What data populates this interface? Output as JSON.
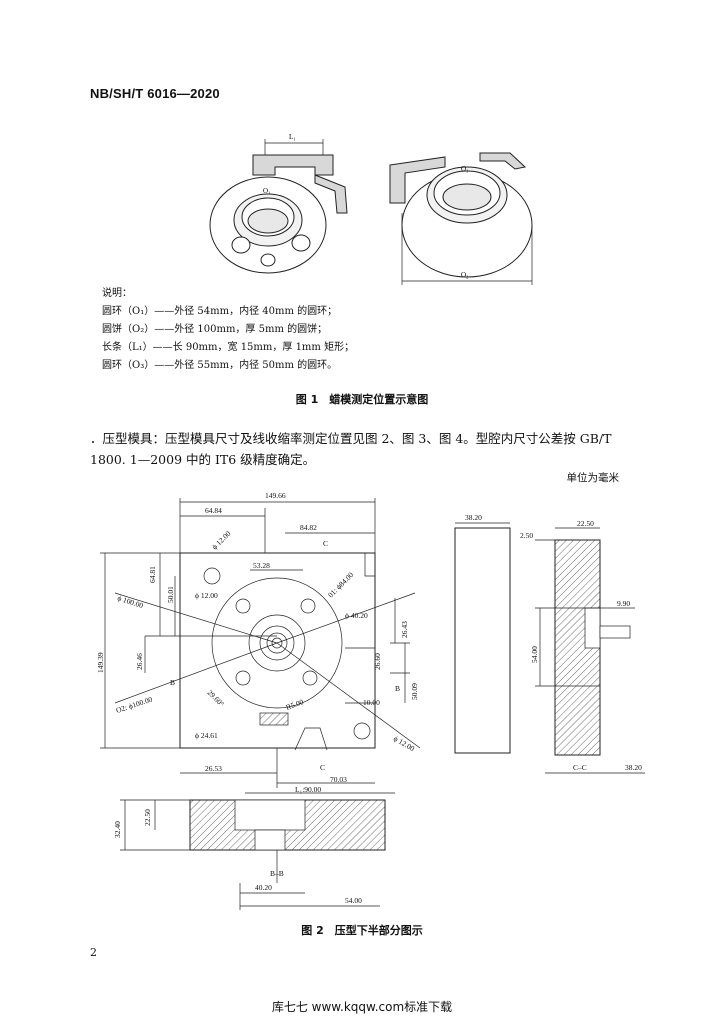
{
  "header": {
    "standard_code": "NB/SH/T 6016—2020"
  },
  "figure1": {
    "labels": {
      "l1": "L₁",
      "o1_left": "O₁",
      "o1_right": "O₁",
      "o2": "O₂"
    },
    "legend_title": "说明：",
    "legend_items": [
      "圆环（O₁）——外径 54mm，内径 40mm 的圆环；",
      "圆饼（O₂）——外径 100mm，厚 5mm 的圆饼；",
      "长条（L₁）——长 90mm，宽 15mm，厚 1mm 矩形；",
      "圆环（O₃）——外径 55mm，内径 50mm 的圆环。"
    ],
    "caption": "图 1　蜡模测定位置示意图"
  },
  "paragraph": {
    "line1": "．压型模具：压型模具尺寸及线收缩率测定位置见图 2、图 3、图 4。型腔内尺寸公差按 GB/T",
    "line2": "1800. 1—2009 中的 IT6 级精度确定。"
  },
  "unit_note": "单位为毫米",
  "figure2": {
    "dims": {
      "d149_66": "149.66",
      "d64_84": "64.84",
      "d84_82": "84.82",
      "c_top": "C",
      "d53_28": "53.28",
      "phi12_top": "ϕ 12.00",
      "d64_81": "64.81",
      "d50_01": "50.01",
      "phi12_mid": "ϕ 12.00",
      "o1_phi84": "01: ϕ84.00",
      "phi100": "ϕ 100.00",
      "phi40_20": "ϕ 40.20",
      "d26_43": "26.43",
      "d149_39": "149.39",
      "d26_46": "26.46",
      "d26_60": "26.60",
      "d50_09": "50.09",
      "b_left": "B",
      "b_right": "B",
      "o2_phi100": "O2: ϕ100.00",
      "angle": "29.60°",
      "r5": "R5.00",
      "d10": "10.00",
      "phi24_61": "ϕ 24.61",
      "phi12_bottom": "ϕ 12.00",
      "d26_53": "26.53",
      "c_bottom": "C",
      "d70_03": "70.03",
      "l1_90": "L₁:90.00",
      "d32_40": "32.40",
      "d22_50_left": "22.50",
      "bb_label": "B–B",
      "d40_20": "40.20",
      "d54": "54.00",
      "d38_20_top": "38.20",
      "d2_50": "2.50",
      "d22_50_right": "22.50",
      "d9_90": "9.90",
      "d54_side": "54.00",
      "cc_label": "C–C",
      "d38_20_bottom": "38.20"
    },
    "caption": "图 2　压型下半部分图示"
  },
  "page_number": "2",
  "footer": "库七七 www.kqqw.com标准下载"
}
